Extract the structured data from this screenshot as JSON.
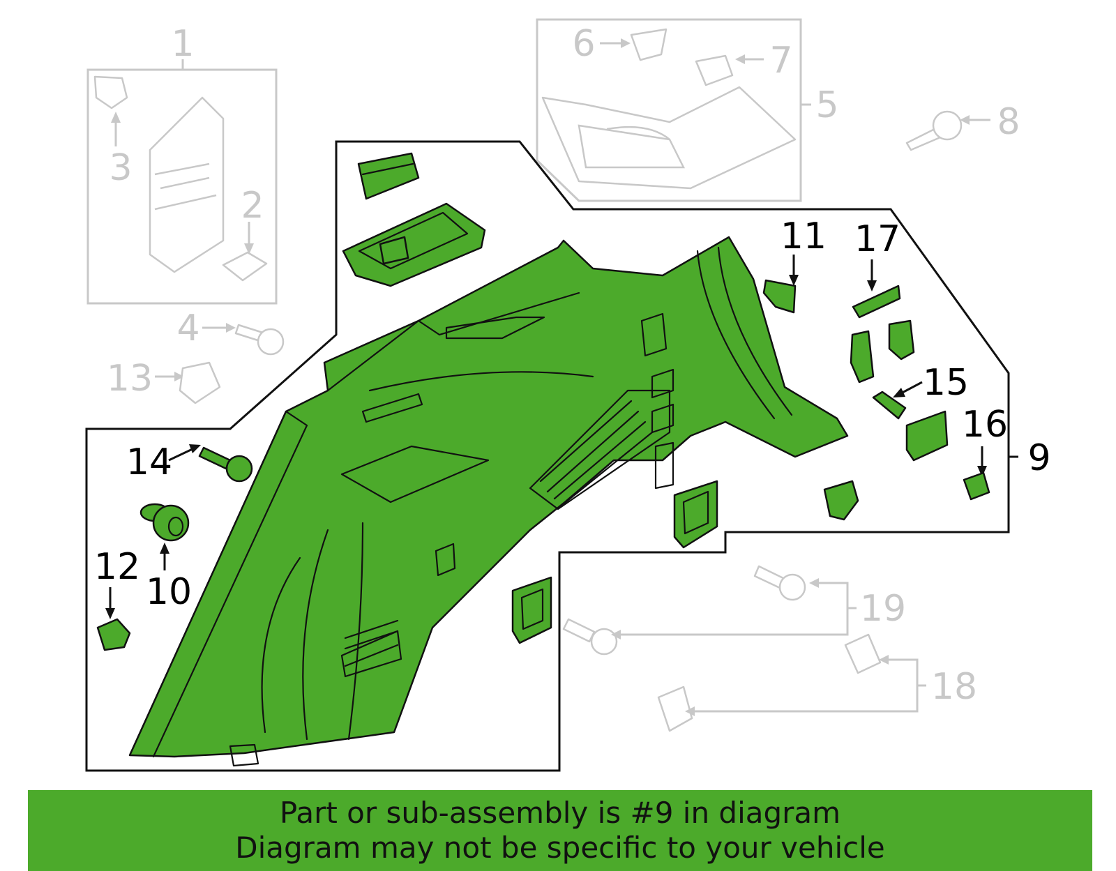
{
  "highlight_color": "#4caa2b",
  "ghost_color": "#c8c8c8",
  "callouts": {
    "c1": "1",
    "c2": "2",
    "c3": "3",
    "c4": "4",
    "c5": "5",
    "c6": "6",
    "c7": "7",
    "c8": "8",
    "c9": "9",
    "c10": "10",
    "c11": "11",
    "c12": "12",
    "c13": "13",
    "c14": "14",
    "c15": "15",
    "c16": "16",
    "c17": "17",
    "c18": "18",
    "c19": "19"
  },
  "highlighted_part": "9",
  "banner": {
    "line1": "Part or sub-assembly is #9 in diagram",
    "line2": "Diagram may not be specific to your vehicle"
  }
}
